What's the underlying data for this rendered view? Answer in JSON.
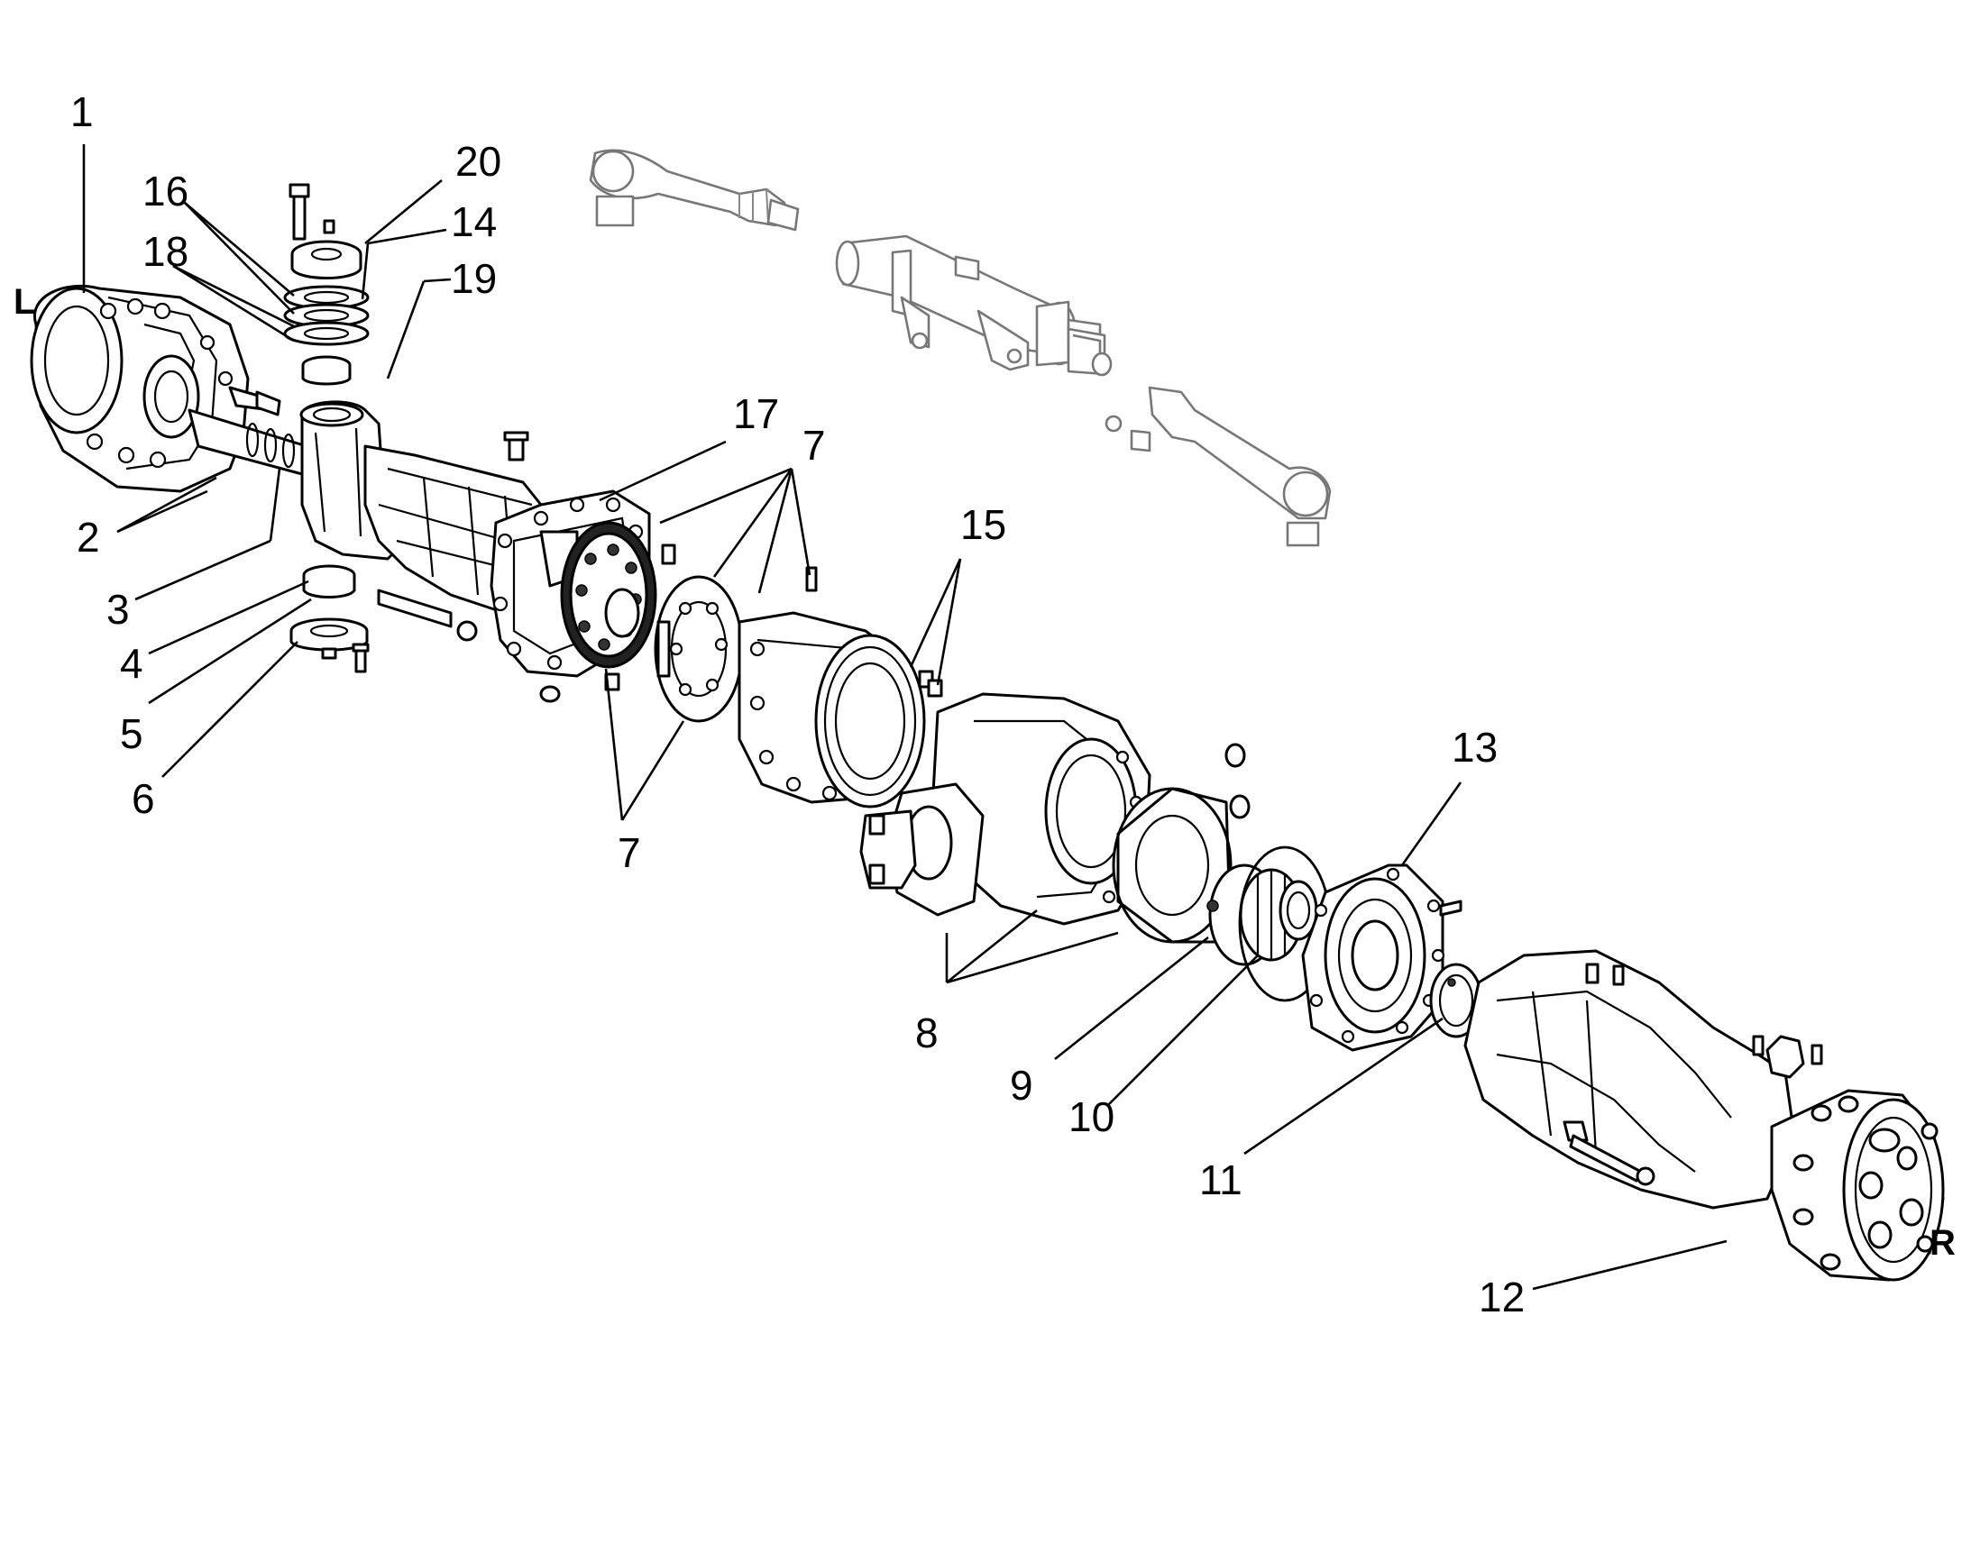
{
  "diagram": {
    "side_labels": {
      "left": "L",
      "right": "R"
    },
    "callouts": [
      "1",
      "2",
      "3",
      "4",
      "5",
      "6",
      "7",
      "7",
      "8",
      "9",
      "10",
      "11",
      "12",
      "13",
      "14",
      "15",
      "16",
      "17",
      "18",
      "19",
      "20"
    ]
  }
}
